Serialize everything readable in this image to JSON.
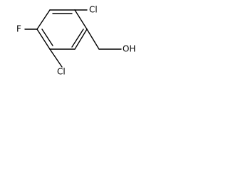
{
  "molecule": {
    "atoms": {
      "chlorine_top": "Cl",
      "fluorine": "F",
      "chlorine_bottom": "Cl",
      "hydroxyl": "OH"
    }
  },
  "colors": {
    "bond": "#000000",
    "label": "#000000",
    "background": "#ffffff"
  }
}
